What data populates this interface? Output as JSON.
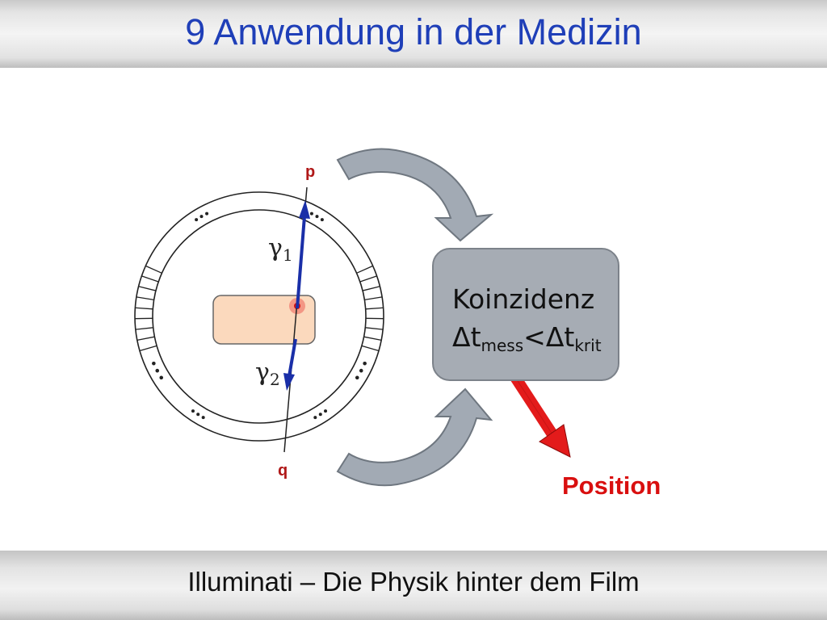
{
  "header": {
    "title": "9  Anwendung in der Medizin"
  },
  "diagram": {
    "label_p": "p",
    "label_q": "q",
    "gamma1": {
      "symbol": "γ",
      "index": "1"
    },
    "gamma2": {
      "symbol": "γ",
      "index": "2"
    },
    "coincidence": {
      "title": "Koinzidenz",
      "delta1": "Δt",
      "sub1": "mess",
      "comparator": "<",
      "delta2": "Δt",
      "sub2": "krit"
    },
    "output_label": "Position",
    "colors": {
      "title": "#1f3fb8",
      "arrow_gray": "#a2aab4",
      "red_arrow": "#e31b1b",
      "gamma_arrow": "#1a2fa8",
      "patient": "#fbd9bd"
    }
  },
  "footer": {
    "text": "Illuminati – Die Physik hinter dem Film"
  }
}
